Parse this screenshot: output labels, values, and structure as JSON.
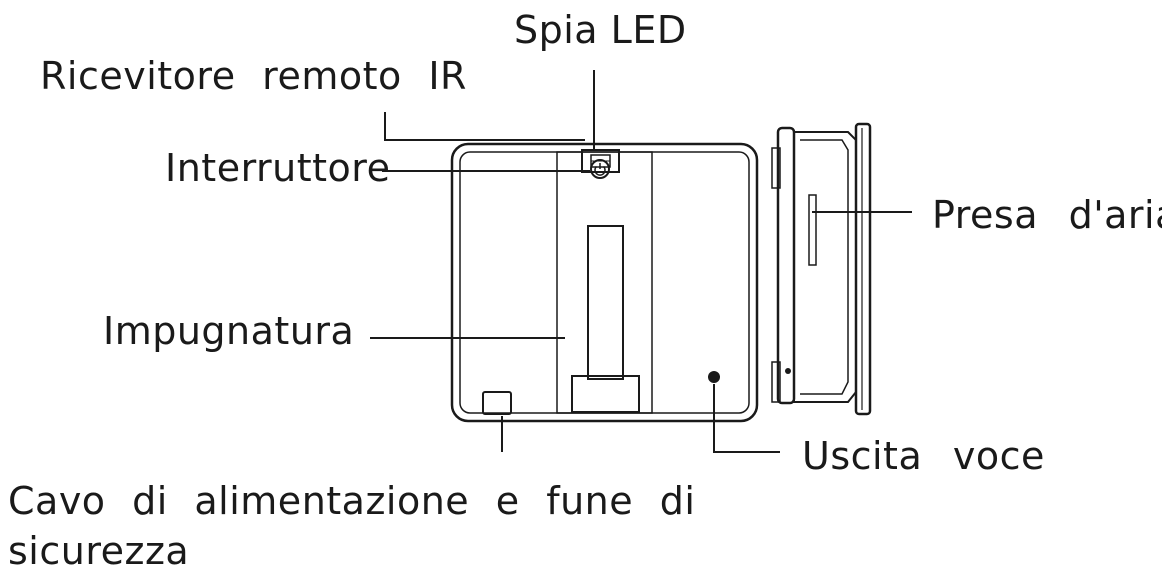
{
  "labels": {
    "led_indicator": "Spia LED",
    "ir_receiver": "Ricevitore remoto IR",
    "power_switch": "Interruttore",
    "air_intake": "Presa d'aria",
    "handle": "Impugnatura",
    "voice_output": "Uscita voce",
    "cable_line1": "Cavo di alimentazione e fune di",
    "cable_line2": "sicurezza"
  },
  "colors": {
    "stroke": "#1a1a1a",
    "background": "#ffffff"
  },
  "icons": {
    "switch": "power-icon"
  }
}
